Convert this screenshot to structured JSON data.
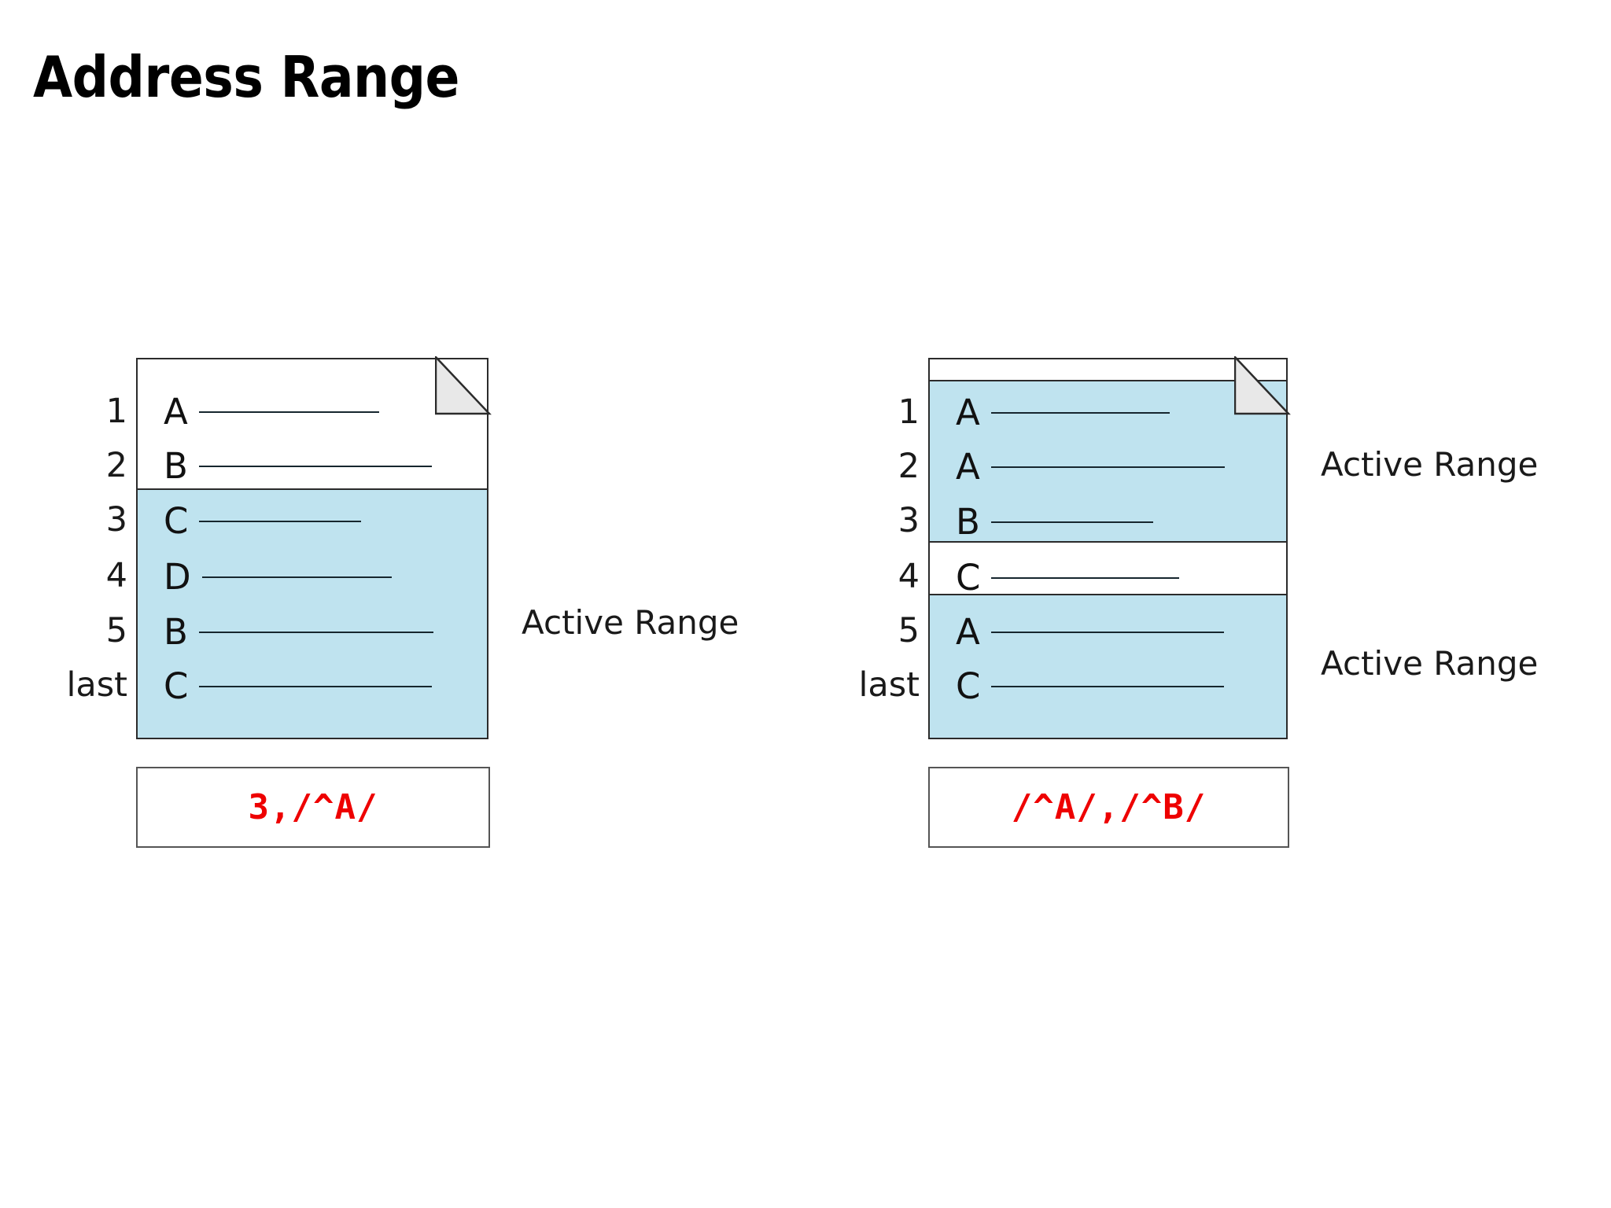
{
  "slide": {
    "title": "Address Range",
    "background_color": "#ffffff"
  },
  "palette": {
    "active_range_fill": "#bfe3ef",
    "inactive_fill": "#ffffff",
    "sheet_border": "#2b2b2b",
    "fold_fill": "#e8e8e8",
    "command_text": "#ee0000",
    "command_border": "#555555",
    "rule_color": "#16262e",
    "text_color": "#1a1a1a"
  },
  "figures": [
    {
      "id": "left",
      "name": "line-number-address-range",
      "gutter": {
        "labels": [
          "1",
          "2",
          "3",
          "4",
          "5",
          "last"
        ]
      },
      "rows": [
        {
          "line": "1",
          "letter": "A",
          "rule_width": 229,
          "active": false
        },
        {
          "line": "2",
          "letter": "B",
          "rule_width": 296,
          "active": false
        },
        {
          "line": "3",
          "letter": "C",
          "rule_width": 206,
          "active": true
        },
        {
          "line": "4",
          "letter": "D",
          "rule_width": 241,
          "active": true
        },
        {
          "line": "5",
          "letter": "B",
          "rule_width": 298,
          "active": true
        },
        {
          "line": "last",
          "letter": "C",
          "rule_width": 296,
          "active": true
        }
      ],
      "annotations": [
        {
          "text": "Active Range",
          "for_lines": [
            "3",
            "4",
            "5",
            "last"
          ]
        }
      ],
      "command": "3,/^A/"
    },
    {
      "id": "right",
      "name": "regex-address-range",
      "gutter": {
        "labels": [
          "1",
          "2",
          "3",
          "4",
          "5",
          "last"
        ]
      },
      "rows": [
        {
          "line": "1",
          "letter": "A",
          "rule_width": 227,
          "active": true
        },
        {
          "line": "2",
          "letter": "A",
          "rule_width": 297,
          "active": true
        },
        {
          "line": "3",
          "letter": "B",
          "rule_width": 206,
          "active": true
        },
        {
          "line": "4",
          "letter": "C",
          "rule_width": 239,
          "active": false
        },
        {
          "line": "5",
          "letter": "A",
          "rule_width": 296,
          "active": true
        },
        {
          "line": "last",
          "letter": "C",
          "rule_width": 296,
          "active": true
        }
      ],
      "annotations": [
        {
          "text": "Active Range",
          "for_lines": [
            "1",
            "2",
            "3"
          ]
        },
        {
          "text": "Active Range",
          "for_lines": [
            "5",
            "last"
          ]
        }
      ],
      "command": "/^A/,/^B/"
    }
  ]
}
